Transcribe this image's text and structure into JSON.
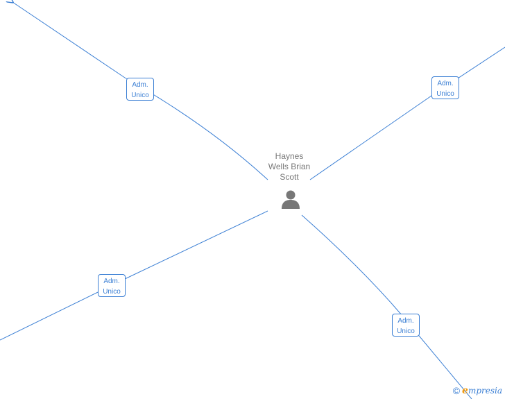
{
  "person": {
    "name_lines": [
      "Haynes",
      "Wells Brian",
      "Scott"
    ]
  },
  "relations": [
    {
      "role_line1": "Adm.",
      "role_line2": "Unico"
    },
    {
      "role_line1": "Adm.",
      "role_line2": "Unico"
    },
    {
      "role_line1": "Adm.",
      "role_line2": "Unico"
    },
    {
      "role_line1": "Adm.",
      "role_line2": "Unico"
    }
  ],
  "footer": {
    "copyright_symbol": "©",
    "brand_initial": "e",
    "brand_rest": "mpresia"
  },
  "colors": {
    "edge": "#3b7fd4",
    "person_icon": "#777777",
    "name_text": "#777777",
    "brand_accent": "#f39c12"
  },
  "icons": {
    "person": "person-silhouette-icon",
    "edge_end": "arrowhead-icon"
  }
}
